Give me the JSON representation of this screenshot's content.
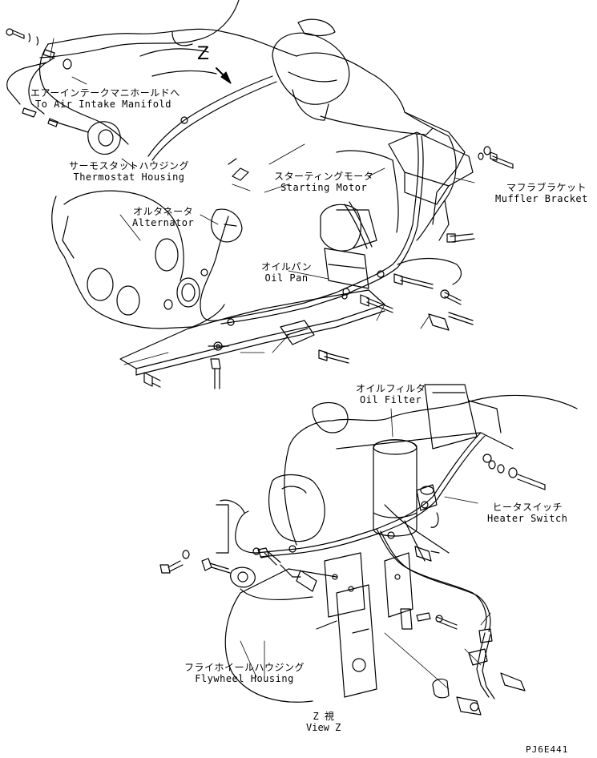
{
  "labels": {
    "air_intake": {
      "jp": "エアーインテークマニホールドへ",
      "en": "To Air Intake Manifold"
    },
    "thermostat": {
      "jp": "サーモスタットハウジング",
      "en": "Thermostat Housing"
    },
    "alternator": {
      "jp": "オルタネータ",
      "en": "Alternator"
    },
    "starting_motor": {
      "jp": "スターティングモータ",
      "en": "Starting Motor"
    },
    "muffler_bracket": {
      "jp": "マフラブラケット",
      "en": "Muffler Bracket"
    },
    "oil_pan": {
      "jp": "オイルパン",
      "en": "Oil Pan"
    },
    "oil_filter": {
      "jp": "オイルフィルタ",
      "en": "Oil Filter"
    },
    "heater_switch": {
      "jp": "ヒータスイッチ",
      "en": "Heater Switch"
    },
    "flywheel_housing": {
      "jp": "フライホイールハウジング",
      "en": "Flywheel Housing"
    }
  },
  "view": {
    "letter": "Z",
    "jp": "Z 視",
    "en": "View Z"
  },
  "part_number": "PJ6E441"
}
